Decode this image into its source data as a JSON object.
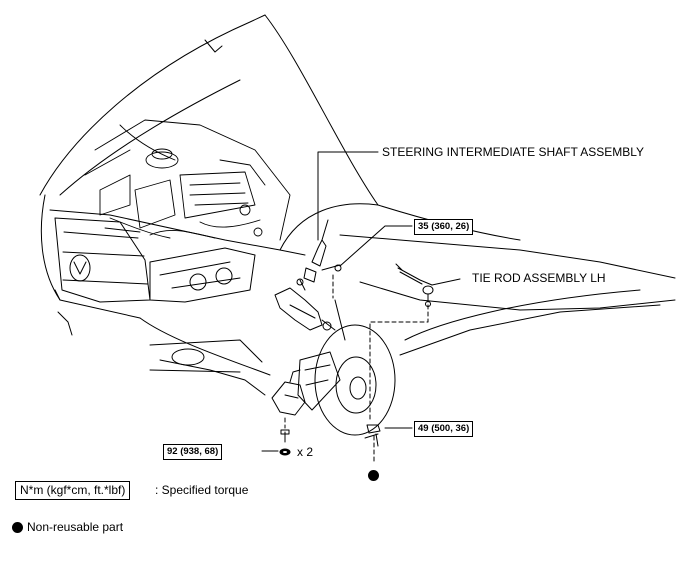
{
  "callouts": {
    "intermediate_shaft": "STEERING INTERMEDIATE SHAFT ASSEMBLY",
    "tie_rod": "TIE ROD ASSEMBLY LH"
  },
  "torques": {
    "t35": "35 (360, 26)",
    "t49": "49 (500, 36)",
    "t92": "92 (938, 68)"
  },
  "quantity": "x 2",
  "legend": {
    "torque_units": "N*m (kgf*cm, ft.*lbf)",
    "torque_desc": ": Specified torque",
    "nonreusable": "Non-reusable part"
  }
}
